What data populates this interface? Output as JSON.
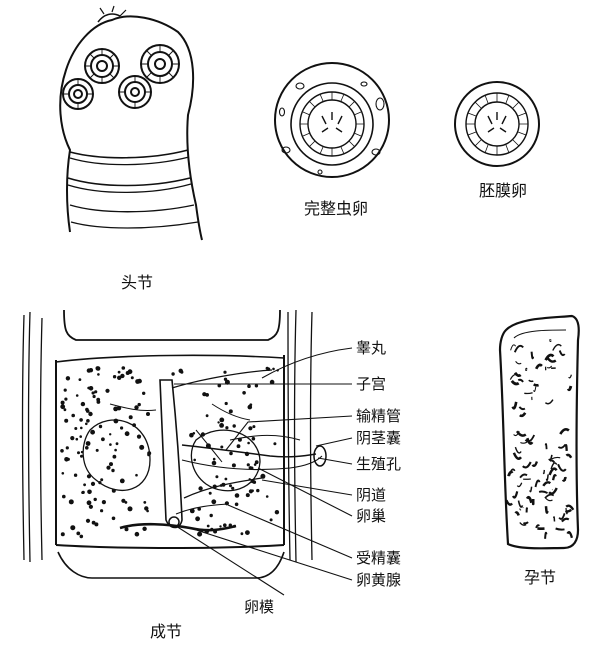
{
  "scolex": {
    "caption": "头节"
  },
  "intact_egg": {
    "caption": "完整虫卵"
  },
  "embryophore_egg": {
    "caption": "胚膜卵"
  },
  "mature_proglottid": {
    "caption": "成节",
    "labels": {
      "testis": "睾丸",
      "uterus": "子宫",
      "vas_deferens": "输精管",
      "cirrus_sac": "阴茎囊",
      "genital_pore": "生殖孔",
      "vagina": "阴道",
      "ovary": "卵巢",
      "seminal_receptacle": "受精囊",
      "vitelline_gland": "卵黄腺",
      "ootype": "卵模"
    }
  },
  "gravid_proglottid": {
    "caption": "孕节"
  }
}
